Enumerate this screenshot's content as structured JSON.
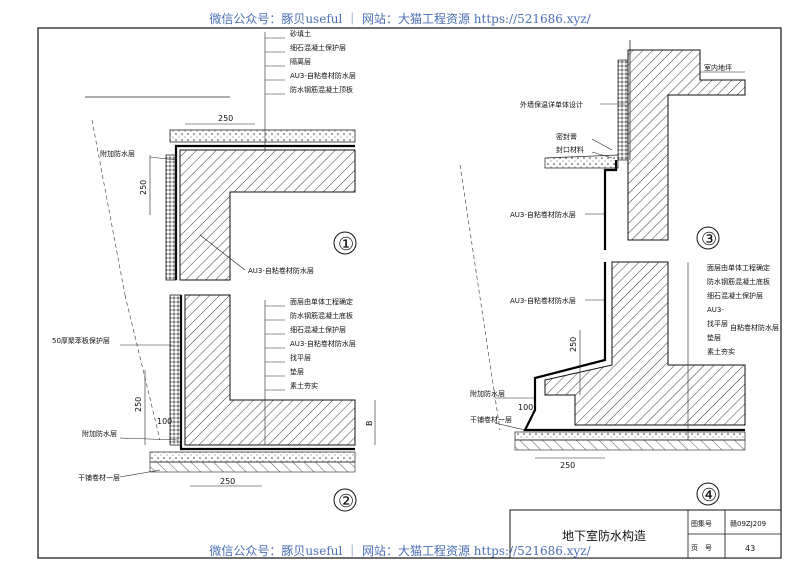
{
  "watermark": {
    "top": "微信公众号：豚贝useful ｜ 网站：大猫工程资源 https://521686.xyz/",
    "bottom": "微信公众号：豚贝useful ｜ 网站：大猫工程资源 https://521686.xyz/"
  },
  "detail1": {
    "number": "①",
    "layers": [
      "砂填土",
      "细石混凝土保护层",
      "隔离层",
      "AU3-自粘卷材防水层",
      "防水钢筋混凝土顶板"
    ],
    "additional_layer": "附加防水层",
    "membrane": "AU3-自粘卷材防水层",
    "dim_top": "250",
    "dim_side": "250"
  },
  "detail2": {
    "number": "②",
    "layers": [
      "面层由单体工程确定",
      "防水钢筋混凝土底板",
      "细石混凝土保护层",
      "AU3-自粘卷材防水层",
      "找平层",
      "垫层",
      "素土夯实"
    ],
    "protection": "50厚聚苯板保护层",
    "additional_layer": "附加防水层",
    "dry_laid": "干铺卷材一层",
    "dim_side": "250",
    "dim_small": "100",
    "dim_bottom": "250",
    "dim_b": "B"
  },
  "detail3": {
    "number": "③",
    "indoor": "室内地坪",
    "insulation": "外墙保温详单体设计",
    "sealant": "密封膏",
    "sealing": "封口材料",
    "membrane": "AU3-自粘卷材防水层"
  },
  "detail4": {
    "number": "④",
    "membrane": "AU3-自粘卷材防水层",
    "layers": [
      "面层由单体工程确定",
      "防水钢筋混凝土底板",
      "细石混凝土保护层",
      "AU3-",
      "找平层",
      "垫层",
      "素土夯实"
    ],
    "membrane_tail": "自粘卷材防水层",
    "additional_layer": "附加防水层",
    "dry_laid": "干铺卷材一层",
    "dim_side": "250",
    "dim_small": "100",
    "dim_bottom": "250"
  },
  "title_block": {
    "title": "地下室防水构造",
    "atlas_label": "图集号",
    "atlas_value": "赣09ZJ209",
    "page_label": "页　号",
    "page_value": "43"
  }
}
